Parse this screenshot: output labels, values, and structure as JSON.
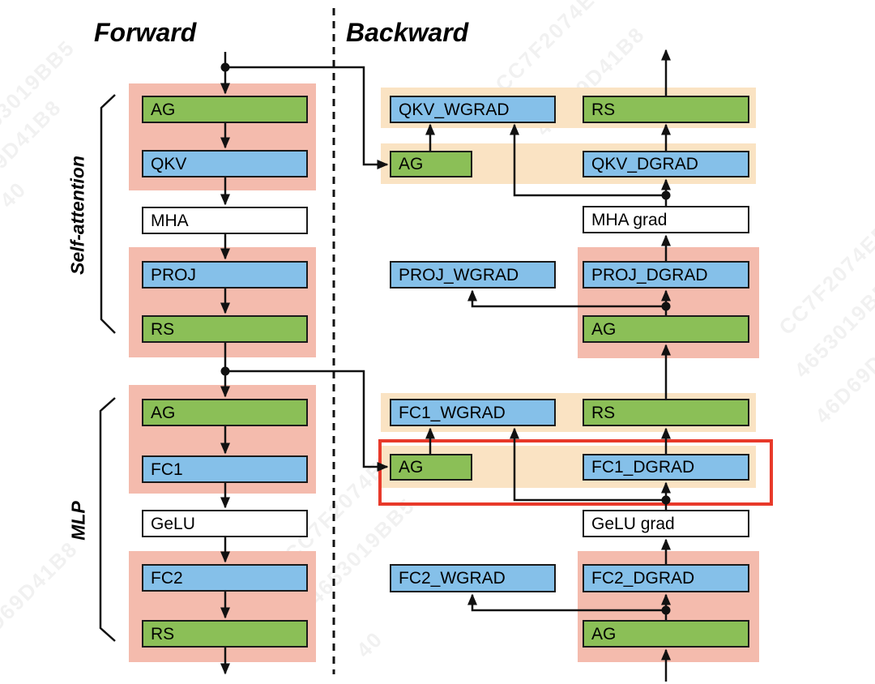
{
  "header": {
    "forward": "Forward",
    "backward": "Backward"
  },
  "groups": {
    "self_attention": "Self-attention",
    "mlp": "MLP"
  },
  "colors": {
    "comm_green": "#8bbf57",
    "compute_blue": "#85c0e9",
    "pink_band": "#f4bbad",
    "orange_band": "#fae3c3",
    "red_highlight": "#e8392a",
    "line": "#111111",
    "background": "#ffffff"
  },
  "forward": {
    "ag1": {
      "label": "AG"
    },
    "qkv": {
      "label": "QKV"
    },
    "mha": {
      "label": "MHA"
    },
    "proj": {
      "label": "PROJ"
    },
    "rs1": {
      "label": "RS"
    },
    "ag2": {
      "label": "AG"
    },
    "fc1": {
      "label": "FC1"
    },
    "gelu": {
      "label": "GeLU"
    },
    "fc2": {
      "label": "FC2"
    },
    "rs2": {
      "label": "RS"
    }
  },
  "backward": {
    "qkv_wgrad": {
      "label": "QKV_WGRAD"
    },
    "rs1": {
      "label": "RS"
    },
    "ag1": {
      "label": "AG"
    },
    "qkv_dgrad": {
      "label": "QKV_DGRAD"
    },
    "mha_grad": {
      "label": "MHA grad"
    },
    "proj_wgrad": {
      "label": "PROJ_WGRAD"
    },
    "proj_dgrad": {
      "label": "PROJ_DGRAD"
    },
    "ag2": {
      "label": "AG"
    },
    "fc1_wgrad": {
      "label": "FC1_WGRAD"
    },
    "rs2": {
      "label": "RS"
    },
    "ag3": {
      "label": "AG"
    },
    "fc1_dgrad": {
      "label": "FC1_DGRAD"
    },
    "gelu_grad": {
      "label": "GeLU grad"
    },
    "fc2_wgrad": {
      "label": "FC2_WGRAD"
    },
    "fc2_dgrad": {
      "label": "FC2_DGRAD"
    },
    "ag4": {
      "label": "AG"
    }
  },
  "watermark": {
    "w1": "4653019BB5",
    "w2": "46D69D41B8",
    "w3": "CC7F2074EF",
    "w4": "40"
  }
}
